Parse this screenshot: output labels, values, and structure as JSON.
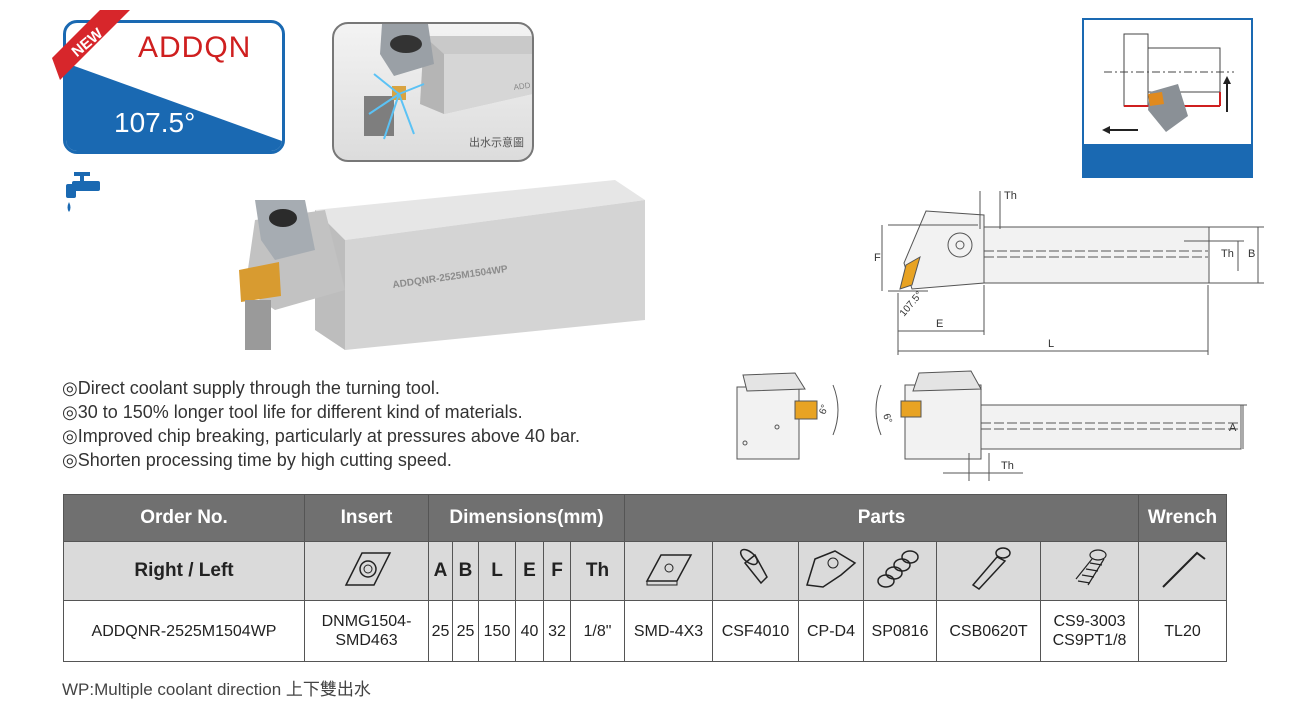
{
  "badge": {
    "ribbon": "NEW",
    "code": "ADDQN",
    "angle": "107.5°",
    "colors": {
      "blue": "#1a69b2",
      "red": "#cf1f1f"
    }
  },
  "coolant_photo": {
    "caption": "出水示意圖",
    "tool_text": "ADD"
  },
  "tool": {
    "engraving": "ADDQNR-2525M1504WP"
  },
  "drawing": {
    "labels": {
      "th": "Th",
      "f": "F",
      "b": "B",
      "e": "E",
      "l": "L",
      "a": "A",
      "angle": "107.5°",
      "clearance": "6°"
    }
  },
  "bullets": [
    "◎Direct coolant supply through the turning tool.",
    "◎30 to 150% longer tool life for different kind of materials.",
    "◎Improved chip breaking, particularly at pressures above 40 bar.",
    "◎Shorten processing time by high cutting speed."
  ],
  "table": {
    "header": {
      "order_no": "Order No.",
      "insert": "Insert",
      "dimensions": "Dimensions(mm)",
      "parts": "Parts",
      "wrench": "Wrench"
    },
    "subheader": {
      "right_left": "Right / Left",
      "a": "A",
      "b": "B",
      "l": "L",
      "e": "E",
      "f": "F",
      "th": "Th"
    },
    "row": {
      "order_no": "ADDQNR-2525M1504WP",
      "insert_line1": "DNMG1504-",
      "insert_line2": "SMD463",
      "a": "25",
      "b": "25",
      "l": "150",
      "e": "40",
      "f": "32",
      "th": "1/8\"",
      "part1": "SMD-4X3",
      "part2": "CSF4010",
      "part3": "CP-D4",
      "part4": "SP0816",
      "part5": "CSB0620T",
      "part6_line1": "CS9-3003",
      "part6_line2": "CS9PT1/8",
      "wrench": "TL20"
    },
    "icons": [
      "insert-icon",
      "shim-icon",
      "screw-icon",
      "clamp-icon",
      "spring-icon",
      "bolt-icon",
      "coolant-plug-icon",
      "wrench-icon"
    ]
  },
  "footnote": "WP:Multiple coolant direction 上下雙出水"
}
